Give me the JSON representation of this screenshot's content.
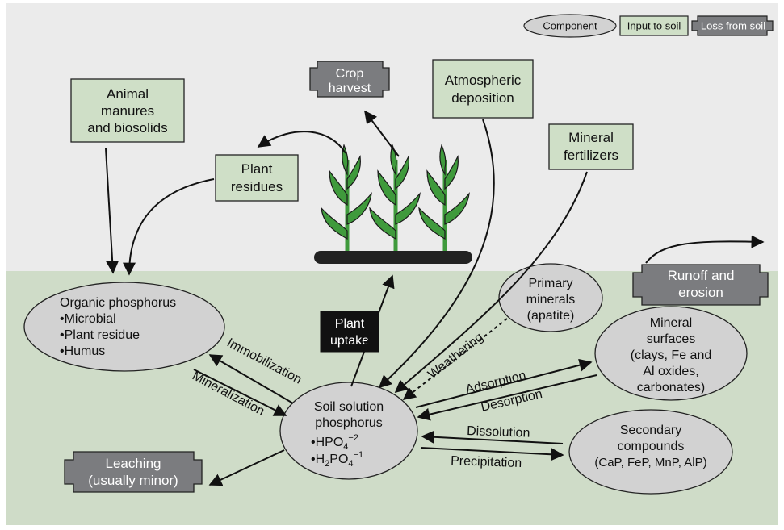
{
  "legend": {
    "component": "Component",
    "input": "Input to soil",
    "loss": "Loss from soil"
  },
  "inputs": {
    "animal_manures": [
      "Animal",
      "manures",
      "and biosolids"
    ],
    "plant_residues": [
      "Plant",
      "residues"
    ],
    "atmospheric_deposition": [
      "Atmospheric",
      "deposition"
    ],
    "mineral_fertilizers": [
      "Mineral",
      "fertilizers"
    ]
  },
  "losses": {
    "crop_harvest": [
      "Crop",
      "harvest"
    ],
    "runoff_erosion": [
      "Runoff and",
      "erosion"
    ],
    "leaching": [
      "Leaching",
      "(usually minor)"
    ]
  },
  "components": {
    "organic_p": [
      "Organic phosphorus",
      "•Microbial",
      "•Plant residue",
      "•Humus"
    ],
    "primary_minerals": [
      "Primary",
      "minerals",
      "(apatite)"
    ],
    "mineral_surfaces": [
      "Mineral",
      "surfaces",
      "(clays, Fe and",
      "Al oxides,",
      "carbonates)"
    ],
    "soil_solution": {
      "line1": "Soil solution",
      "line2": "phosphorus",
      "hpo4": "•HPO",
      "hpo4_sub": "4",
      "hpo4_sup": "−2",
      "h2po4_pre": "•H",
      "h2po4_sub1": "2",
      "h2po4_mid": "PO",
      "h2po4_sub2": "4",
      "h2po4_sup": "−1"
    },
    "secondary_compounds": [
      "Secondary",
      "compounds",
      "(CaP, FeP, MnP, AlP)"
    ]
  },
  "plant_uptake": [
    "Plant",
    "uptake"
  ],
  "processes": {
    "immobilization": "Immobilization",
    "mineralization": "Mineralization",
    "weathering": "Weathering",
    "adsorption": "Adsorption",
    "desorption": "Desorption",
    "dissolution": "Dissolution",
    "precipitation": "Precipitation"
  },
  "colors": {
    "sky": "#ebebeb",
    "soil": "#cfdcc8",
    "input_box": "#cfdfc7",
    "component": "#d2d2d2",
    "loss_box": "#7b7c7f",
    "uptake_box": "#111111",
    "leaf": "#3f9a3c"
  }
}
